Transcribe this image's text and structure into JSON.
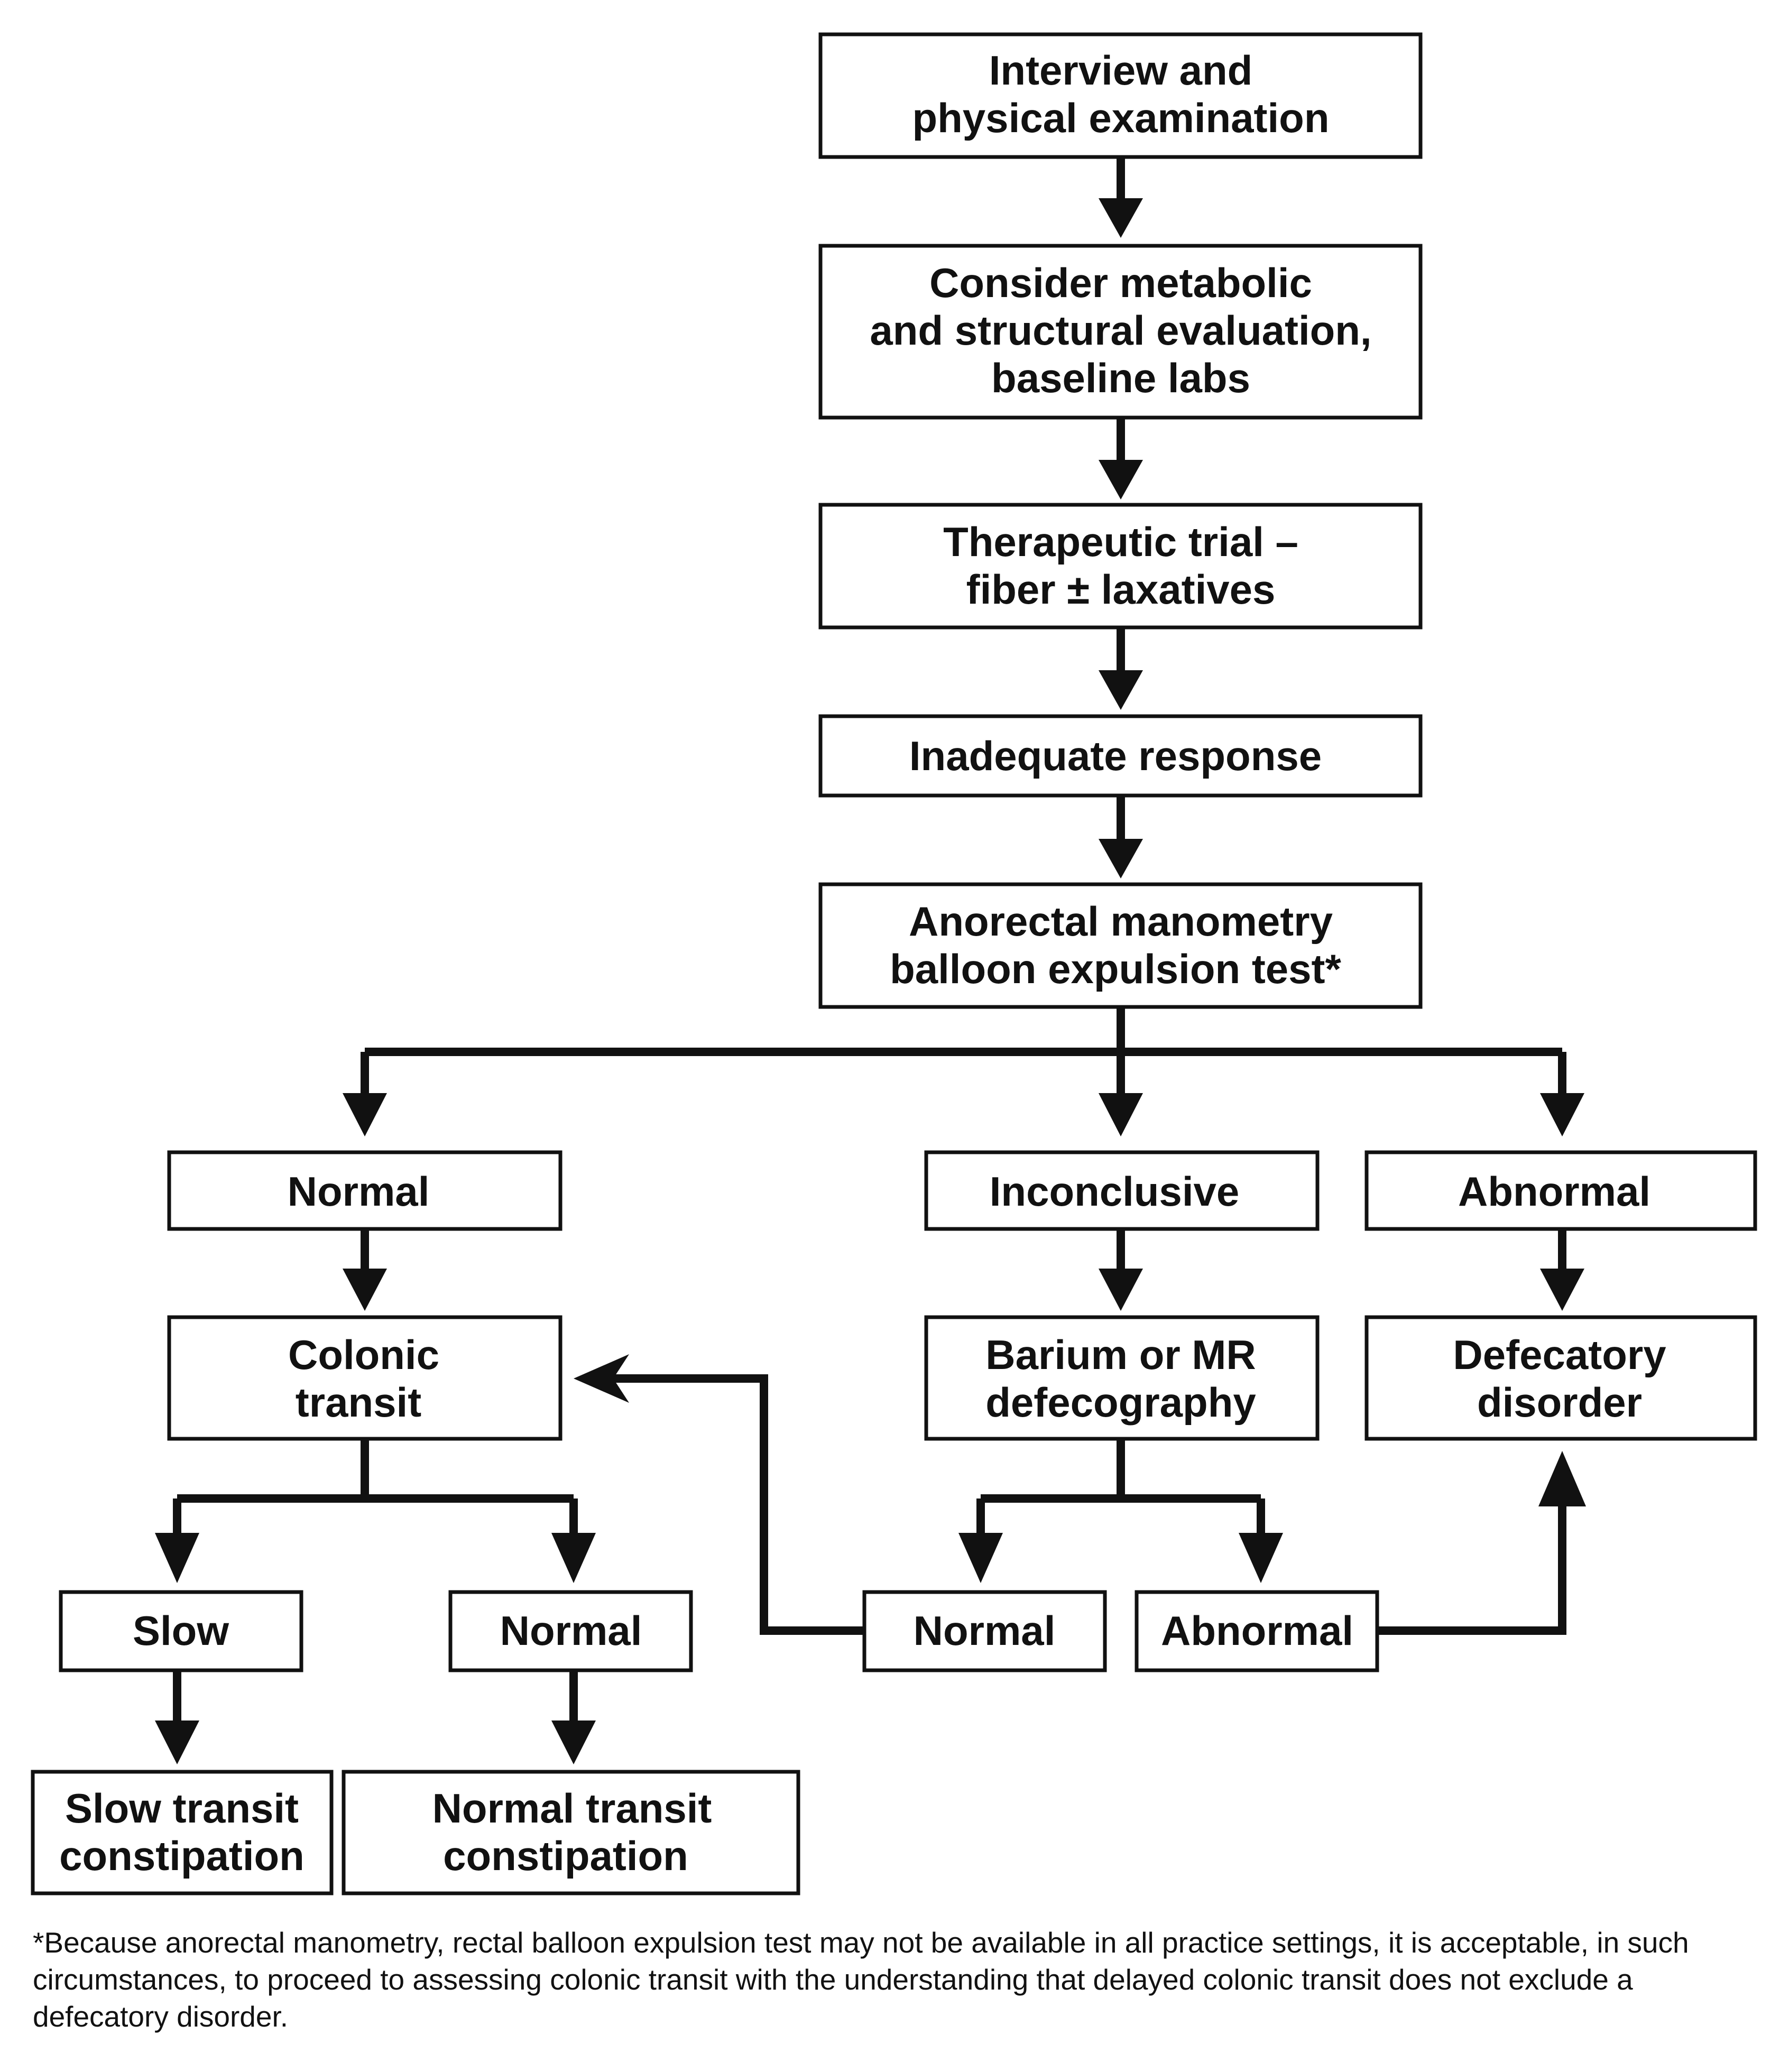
{
  "nodes": {
    "interview": {
      "lines": [
        "Interview and",
        "physical examination"
      ]
    },
    "metabolic": {
      "lines": [
        "Consider metabolic",
        "and structural evaluation,",
        "baseline labs"
      ]
    },
    "trial": {
      "lines": [
        "Therapeutic trial –",
        "fiber ± laxatives"
      ]
    },
    "inadequate": {
      "lines": [
        "Inadequate response"
      ]
    },
    "manometry": {
      "lines": [
        "Anorectal manometry",
        "balloon expulsion test*"
      ]
    },
    "normal1": {
      "lines": [
        "Normal"
      ]
    },
    "inconclusive": {
      "lines": [
        "Inconclusive"
      ]
    },
    "abnormal1": {
      "lines": [
        "Abnormal"
      ]
    },
    "colonic": {
      "lines": [
        "Colonic",
        "transit"
      ]
    },
    "barium": {
      "lines": [
        "Barium or MR",
        "defecography"
      ]
    },
    "defecatory": {
      "lines": [
        "Defecatory",
        "disorder"
      ]
    },
    "slow": {
      "lines": [
        "Slow"
      ]
    },
    "normal2": {
      "lines": [
        "Normal"
      ]
    },
    "normal3": {
      "lines": [
        "Normal"
      ]
    },
    "abnormal2": {
      "lines": [
        "Abnormal"
      ]
    },
    "slow_constipation": {
      "lines": [
        "Slow transit",
        "constipation"
      ]
    },
    "normal_constipation": {
      "lines": [
        "Normal transit",
        "constipation"
      ]
    }
  },
  "footnote": "*Because anorectal manometry, rectal balloon expulsion test may not be available in all practice settings, it is acceptable, in such circumstances, to proceed to assessing colonic transit with the understanding that delayed colonic transit does not exclude a defecatory disorder."
}
